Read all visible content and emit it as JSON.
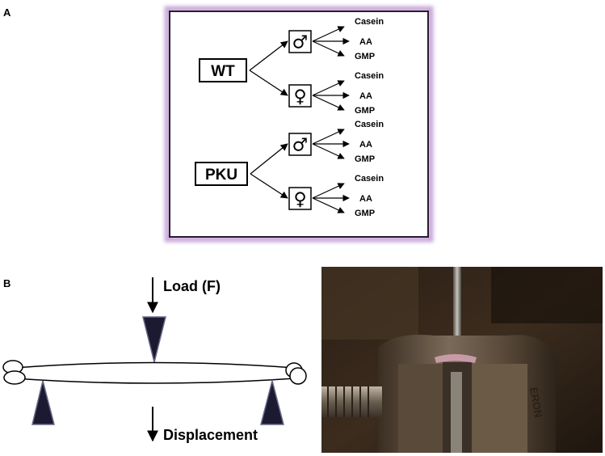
{
  "panel_a": {
    "label": "A",
    "groups": [
      {
        "name": "WT",
        "sexes": [
          {
            "symbol": "♂",
            "diets": [
              "Casein",
              "AA",
              "GMP"
            ]
          },
          {
            "symbol": "♀",
            "diets": [
              "Casein",
              "AA",
              "GMP"
            ]
          }
        ]
      },
      {
        "name": "PKU",
        "sexes": [
          {
            "symbol": "♂",
            "diets": [
              "Casein",
              "AA",
              "GMP"
            ]
          },
          {
            "symbol": "♀",
            "diets": [
              "Casein",
              "AA",
              "GMP"
            ]
          }
        ]
      }
    ],
    "border_color": "#a070b0"
  },
  "panel_b": {
    "label": "B",
    "load_label": "Load (F)",
    "displacement_label": "Displacement",
    "photo_vise_text": "ERON",
    "support_color": "#1c1a30"
  }
}
